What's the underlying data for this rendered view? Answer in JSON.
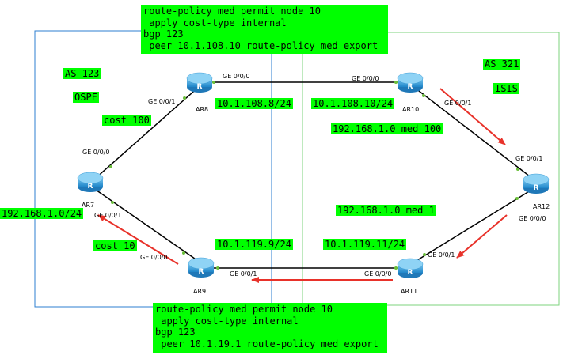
{
  "config_top": [
    "route-policy med permit node 10",
    " apply cost-type internal",
    "bgp 123",
    " peer 10.1.108.10 route-policy med export"
  ],
  "config_bottom": [
    "route-policy med permit node 10",
    " apply cost-type internal",
    "bgp 123",
    " peer 10.1.19.1 route-policy med export"
  ],
  "as_left": "AS 123",
  "proto_left": "OSPF",
  "as_right": "AS 321",
  "proto_right": "ISIS",
  "cost_top": "cost 100",
  "cost_bottom": "cost 10",
  "prefix_src": "192.168.1.0/24",
  "med_top": "192.168.1.0 med 100",
  "med_bottom": "192.168.1.0 med 1",
  "ip_ar8": "10.1.108.8/24",
  "ip_ar10": "10.1.108.10/24",
  "ip_ar9": "10.1.119.9/24",
  "ip_ar11": "10.1.119.11/24",
  "routers": {
    "ar7": "AR7",
    "ar8": "AR8",
    "ar9": "AR9",
    "ar10": "AR10",
    "ar11": "AR11",
    "ar12": "AR12"
  },
  "ports": {
    "ar8_g0": "GE 0/0/0",
    "ar8_g1": "GE 0/0/1",
    "ar10_g0": "GE 0/0/0",
    "ar10_g1": "GE 0/0/1",
    "ar7_g0": "GE 0/0/0",
    "ar7_g1": "GE 0/0/1",
    "ar9_g0": "GE 0/0/0",
    "ar9_g1": "GE 0/0/1",
    "ar11_g0": "GE 0/0/0",
    "ar11_g1": "GE 0/0/1",
    "ar12_g1": "GE 0/0/1",
    "ar12_g0": "GE 0/0/0"
  },
  "colors": {
    "label_bg": "#00ff00",
    "as_left_border": "#2e7fd0",
    "as_right_border": "#7ed37e",
    "arrow": "#e8322a",
    "router": "#2f9ad8"
  }
}
